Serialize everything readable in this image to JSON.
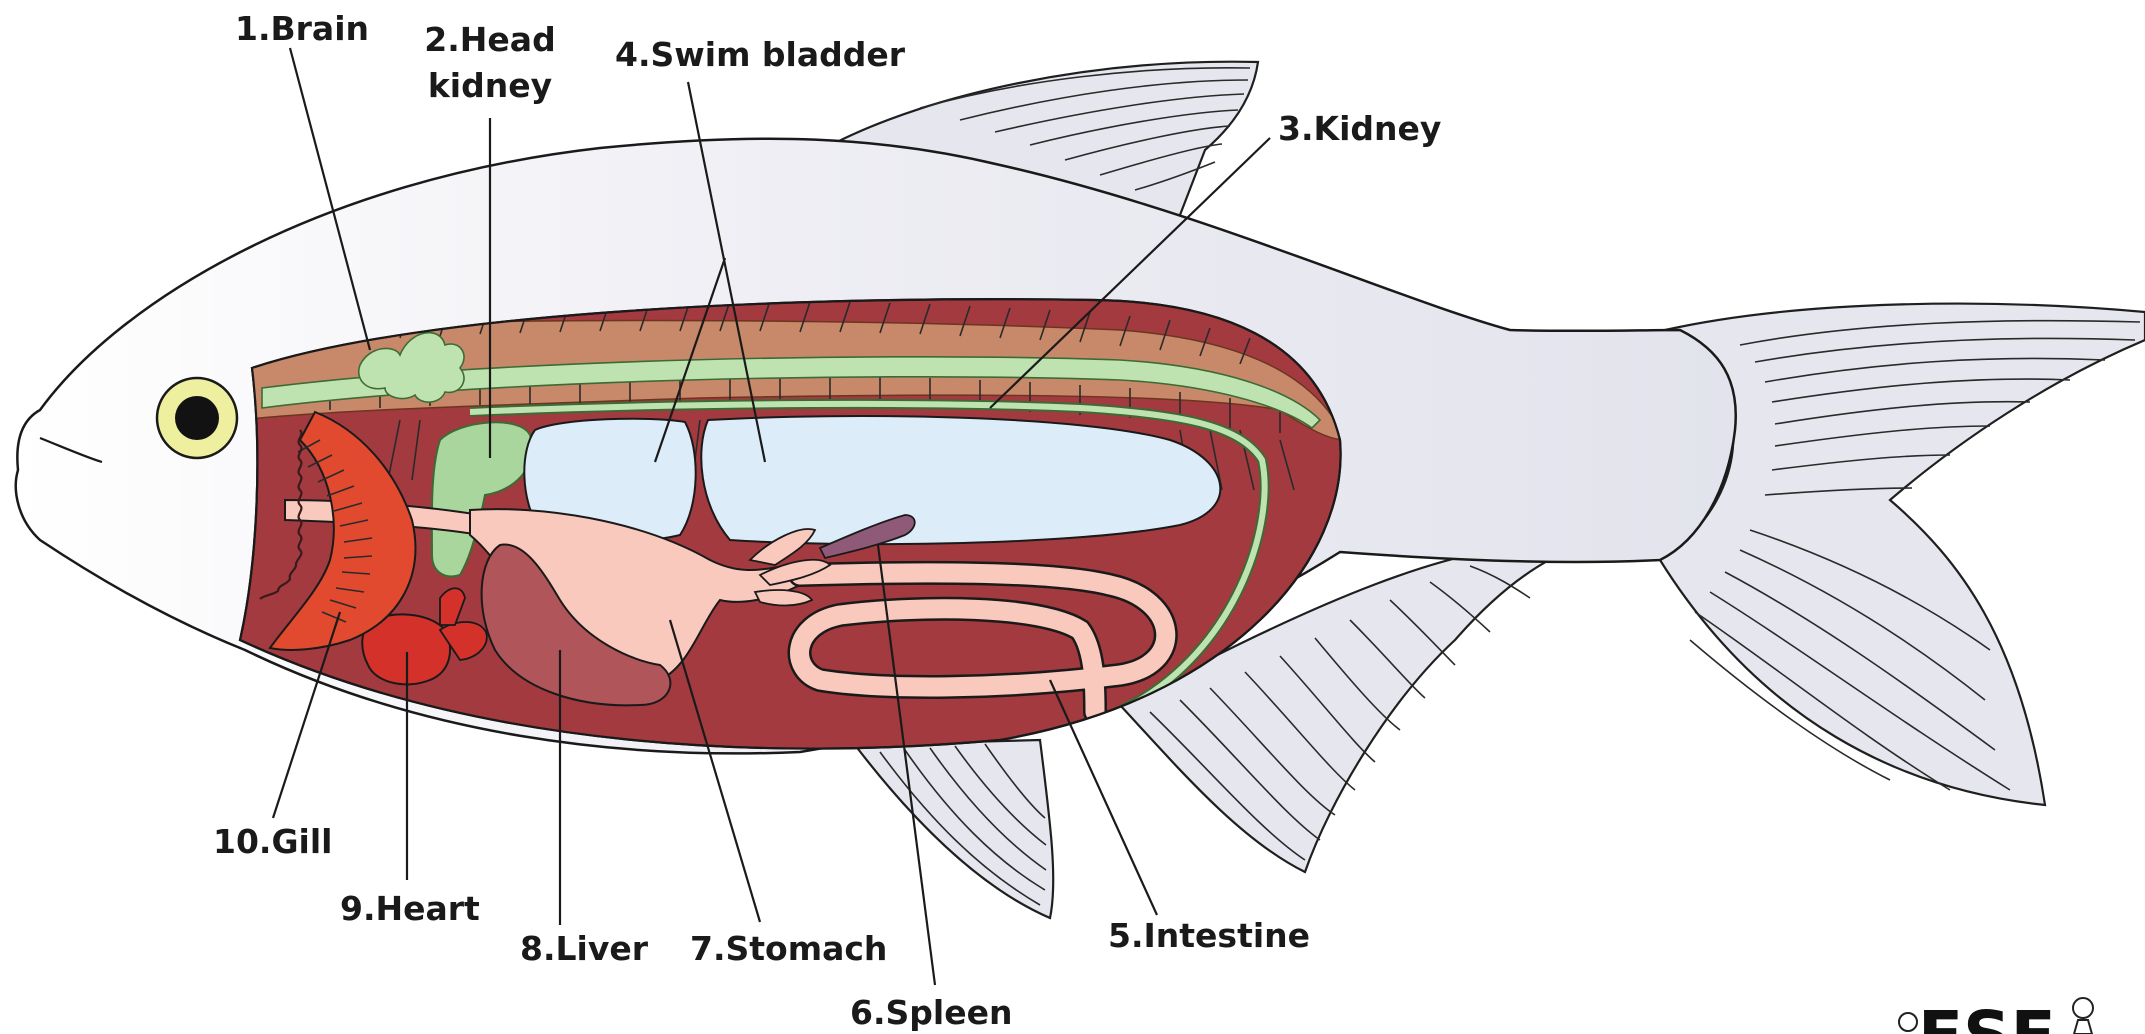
{
  "labels": {
    "brain": "1.Brain",
    "head_kidney_1": "2.Head",
    "head_kidney_2": "kidney",
    "kidney": "3.Kidney",
    "swim_bladder": "4.Swim bladder",
    "intestine": "5.Intestine",
    "spleen": "6.Spleen",
    "stomach": "7.Stomach",
    "liver": "8.Liver",
    "heart": "9.Heart",
    "gill": "10.Gill"
  },
  "logo": "ESE",
  "colors": {
    "body": "#ececf2",
    "cavity": "#a23a3f",
    "spine_band": "#c8896a",
    "kidney_green": "#bfe3b0",
    "swim_bladder": "#dcecf9",
    "gut": "#f8c9bc",
    "liver": "#b0555a",
    "heart": "#d4312b",
    "gill": "#e14a2e",
    "spleen": "#8e5a78",
    "eye_ring": "#eef0a0"
  }
}
